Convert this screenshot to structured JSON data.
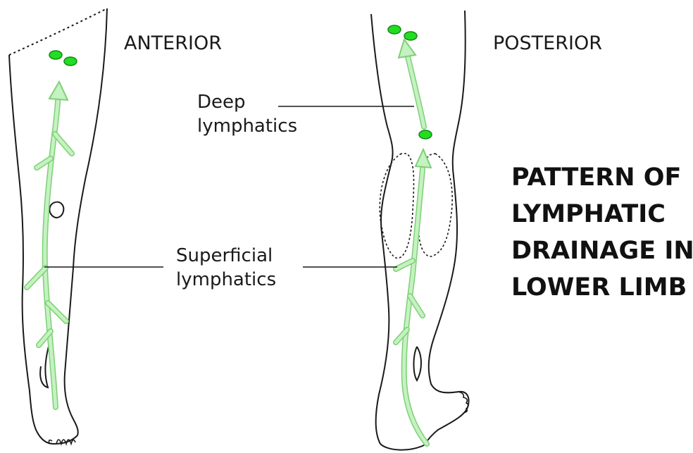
{
  "views": {
    "anterior": "ANTERIOR",
    "posterior": "POSTERIOR"
  },
  "annotations": {
    "deep": [
      "Deep",
      "lymphatics"
    ],
    "superficial": [
      "Superficial",
      "lymphatics"
    ]
  },
  "title_lines": [
    "PATTERN OF",
    "LYMPHATIC",
    "DRAINAGE IN",
    "LOWER LIMB"
  ],
  "colors": {
    "outline": "#1a1a1a",
    "lymph_vessel_fill": "#c4f2c0",
    "lymph_vessel_stroke": "#7fcf78",
    "lymph_node_fill": "#22dd22",
    "lymph_node_stroke": "#118811"
  }
}
